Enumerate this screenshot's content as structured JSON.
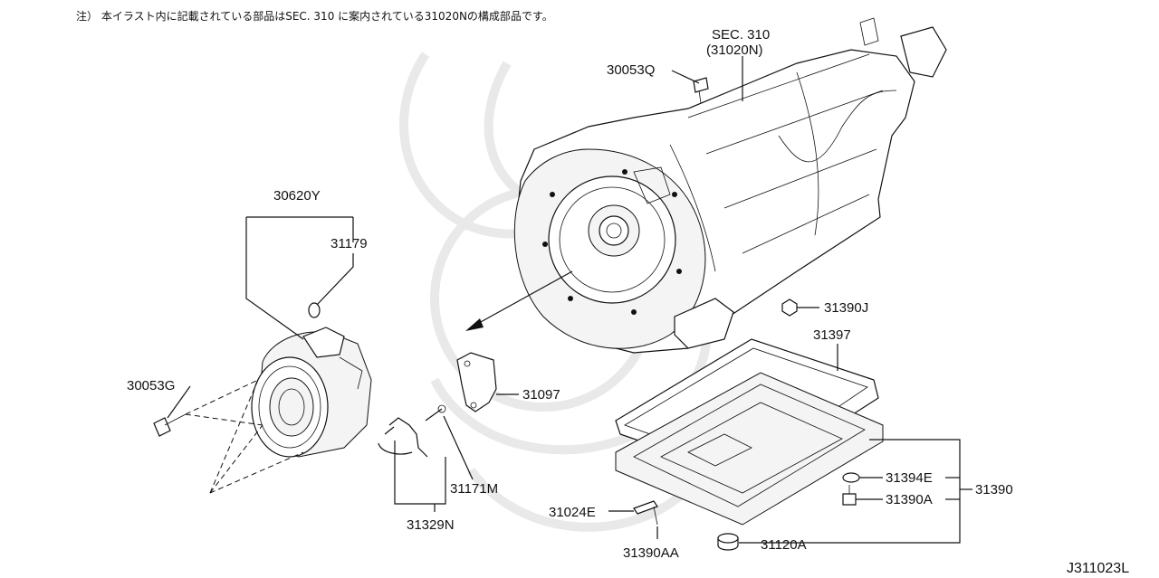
{
  "note": "注） 本イラスト内に記載されている部品はSEC. 310 に案内されている31020Nの構成部品です。",
  "diagram_code": "J311023L",
  "labels": {
    "sec_310": "SEC. 310",
    "sec_310_part": "(31020N)",
    "p30053Q": "30053Q",
    "p30620Y": "30620Y",
    "p31179": "31179",
    "p30053G": "30053G",
    "p31097": "31097",
    "p31171M": "31171M",
    "p31329N": "31329N",
    "p31390J": "31390J",
    "p31397": "31397",
    "p31394E": "31394E",
    "p31390A": "31390A",
    "p31390": "31390",
    "p31024E": "31024E",
    "p31390AA": "31390AA",
    "p31120A": "31120A"
  }
}
